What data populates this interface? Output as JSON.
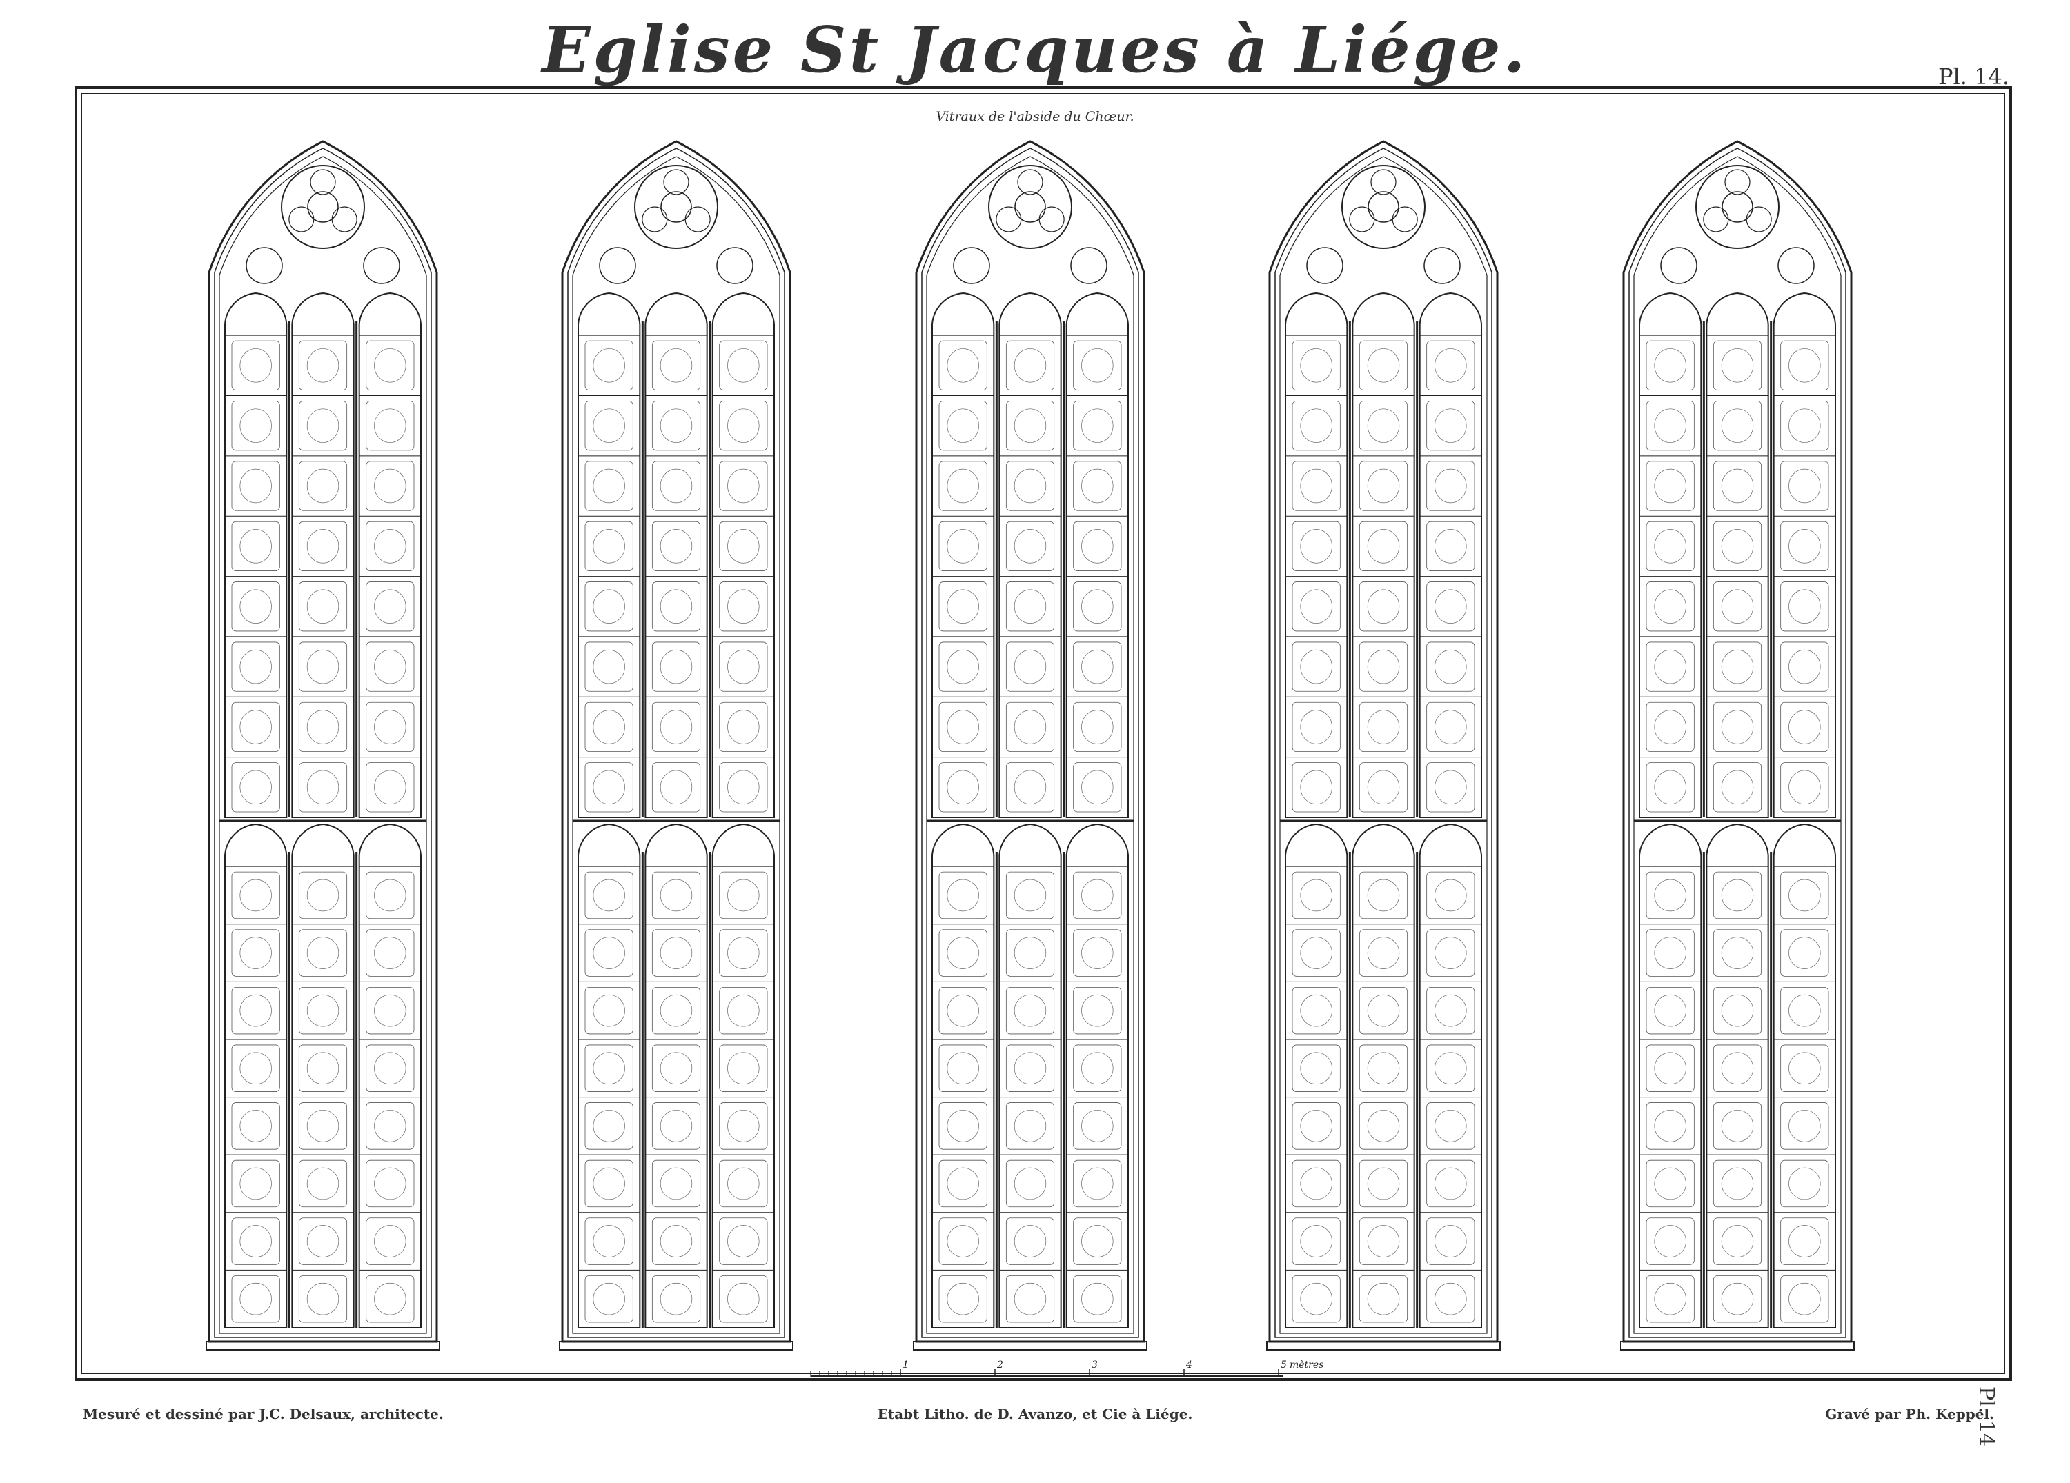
{
  "plate": {
    "title": "Eglise St Jacques à Liége.",
    "number_top": "Pl. 14.",
    "number_side": "Pl. 14",
    "subtitle": "Vitraux de l'abside du Chœur.",
    "credit_left": "Mesuré et dessiné par J.C. Delsaux, architecte.",
    "credit_center": "Etabt Litho. de D. Avanzo, et Cie à Liége.",
    "credit_right": "Gravé par Ph. Keppel."
  },
  "scale": {
    "ticks": [
      "1",
      "2",
      "3",
      "4",
      "5"
    ],
    "unit": "mètres"
  },
  "colors": {
    "ink": "#222222",
    "paper": "#ffffff"
  },
  "windows": [
    {
      "id": "window-1",
      "upper_rows": 8,
      "lower_rows": 8
    },
    {
      "id": "window-2",
      "upper_rows": 8,
      "lower_rows": 8
    },
    {
      "id": "window-3",
      "upper_rows": 8,
      "lower_rows": 8
    },
    {
      "id": "window-4",
      "upper_rows": 8,
      "lower_rows": 8
    },
    {
      "id": "window-5",
      "upper_rows": 8,
      "lower_rows": 8
    }
  ]
}
